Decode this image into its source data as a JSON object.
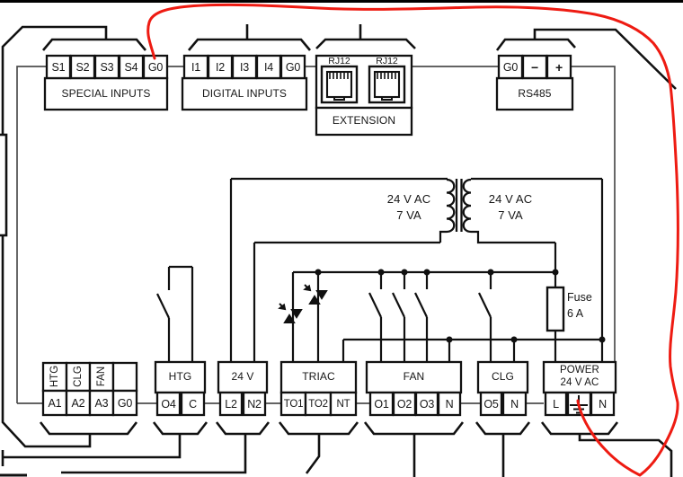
{
  "page": {
    "background": "#ffffff",
    "top_bar_color": "#000000"
  },
  "colors": {
    "wire": "#101010",
    "inner_boundary": "#4d4d4d",
    "trace_red": "#ee1b12"
  },
  "blocks": {
    "special_inputs": {
      "label": "SPECIAL INPUTS",
      "terminals": [
        "S1",
        "S2",
        "S3",
        "S4",
        "G0"
      ]
    },
    "digital_inputs": {
      "label": "DIGITAL INPUTS",
      "terminals": [
        "I1",
        "I2",
        "I3",
        "I4",
        "G0"
      ]
    },
    "extension": {
      "label": "EXTENSION",
      "jacks": [
        "RJ12",
        "RJ12"
      ]
    },
    "rs485": {
      "label": "RS485",
      "terminals": [
        "G0",
        "−",
        "+"
      ]
    },
    "analog_outputs": {
      "column_labels": [
        "HTG",
        "CLG",
        "FAN",
        ""
      ],
      "terminals": [
        "A1",
        "A2",
        "A3",
        "G0"
      ]
    },
    "htg": {
      "label": "HTG",
      "terminals": [
        "O4",
        "C"
      ]
    },
    "v24": {
      "label": "24 V",
      "terminals": [
        "L2",
        "N2"
      ]
    },
    "triac": {
      "label": "TRIAC",
      "terminals": [
        "TO1",
        "TO2",
        "NT"
      ]
    },
    "fan": {
      "label": "FAN",
      "terminals": [
        "O1",
        "O2",
        "O3",
        "N"
      ]
    },
    "clg": {
      "label": "CLG",
      "terminals": [
        "O5",
        "N"
      ]
    },
    "power": {
      "label_line1": "POWER",
      "label_line2": "24 V AC",
      "terminals": [
        "L",
        "⏚",
        "N"
      ]
    }
  },
  "transformer": {
    "left": {
      "voltage": "24 V AC",
      "power": "7 VA"
    },
    "right": {
      "voltage": "24 V AC",
      "power": "7 VA"
    }
  },
  "fuse": {
    "name": "Fuse",
    "rating": "6 A"
  },
  "icons": {
    "earth_terminal": "earth-ground-icon",
    "rj12_left": "rj12-jack-icon",
    "rj12_right": "rj12-jack-icon"
  },
  "red_trace": {
    "color": "#ee1b12",
    "from": "G0 (SPECIAL INPUTS)",
    "to": "earth terminal (POWER 24 V AC)"
  }
}
